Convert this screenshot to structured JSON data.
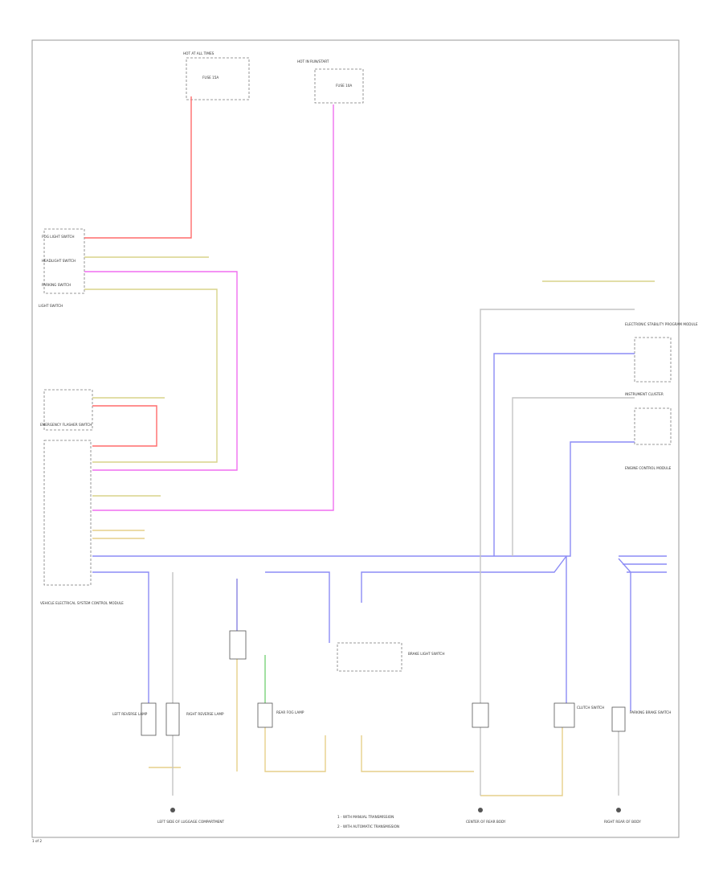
{
  "colors": {
    "red": "#ff6b6b",
    "yellow_green": "#d8d48a",
    "pink": "#f06ff0",
    "blue": "#8c8cf5",
    "black": "#222222",
    "gray": "#9a9a9a",
    "green": "#7bd27b",
    "tan": "#e6cf8a"
  },
  "labels": {
    "fuse_top_left": "HOT AT ALL TIMES",
    "fuse_top_left_name": "FUSE 15A",
    "fuse_top_center": "HOT IN RUN/START",
    "fuse_top_center_name": "FUSE 10A",
    "light_switch": "LIGHT SWITCH",
    "foglight_switch": "FOG LIGHT SWITCH",
    "headlight_switch": "HEADLIGHT SWITCH",
    "parking_switch": "PARKING SWITCH",
    "emergency_flasher": "EMERGENCY FLASHER SWITCH",
    "central_module": "VEHICLE ELECTRICAL SYSTEM CONTROL MODULE",
    "right_reverse": "RIGHT REVERSE LAMP",
    "left_reverse": "LEFT REVERSE LAMP",
    "rear_fog": "REAR FOG LAMP",
    "brake_switch": "BRAKE LIGHT SWITCH",
    "clutch_switch": "CLUTCH SWITCH",
    "park_brake_switch": "PARKING BRAKE SWITCH",
    "module_right_1": "ELECTRONIC STABILITY PROGRAM MODULE",
    "module_right_2": "INSTRUMENT CLUSTER",
    "module_right_3": "ENGINE CONTROL MODULE",
    "ground_left": "LEFT SIDE OF LUGGAGE COMPARTMENT",
    "ground_center": "CENTER OF REAR BODY",
    "ground_right": "RIGHT REAR OF BODY",
    "note_1": "1 - WITH MANUAL TRANSMISSION",
    "note_2": "2 - WITH AUTOMATIC TRANSMISSION",
    "page_marker": "1 of 2"
  }
}
